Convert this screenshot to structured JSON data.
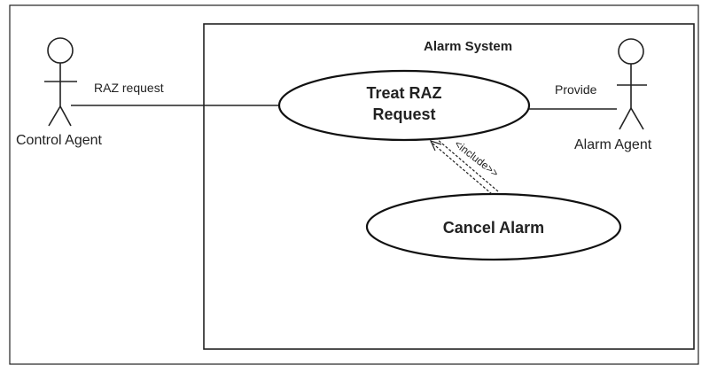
{
  "system": {
    "title": "Alarm System"
  },
  "actors": {
    "control_agent": "Control Agent",
    "alarm_agent": "Alarm Agent"
  },
  "use_cases": {
    "treat_raz_line1": "Treat RAZ",
    "treat_raz_line2": "Request",
    "cancel_alarm": "Cancel Alarm"
  },
  "associations": {
    "raz_request": "RAZ request",
    "provide": "Provide"
  },
  "relations": {
    "include": "<include>>"
  }
}
